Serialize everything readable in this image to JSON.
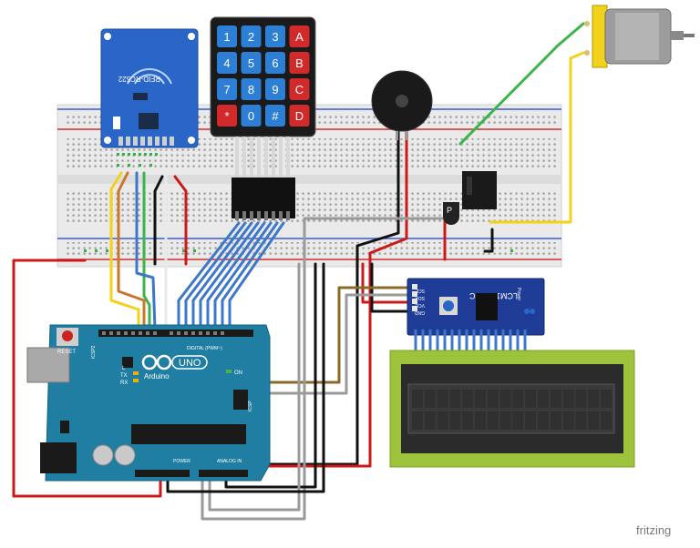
{
  "watermark": "fritzing",
  "rfid": {
    "label": "RFID-RC522"
  },
  "keypad": {
    "keys": [
      "1",
      "2",
      "3",
      "A",
      "4",
      "5",
      "6",
      "B",
      "7",
      "8",
      "9",
      "C",
      "*",
      "0",
      "#",
      "D"
    ]
  },
  "arduino": {
    "logo_text": "Arduino",
    "model": "UNO",
    "reset_label": "RESET",
    "digital_label": "DIGITAL (PWM~)",
    "power_label": "POWER",
    "analog_label": "ANALOG IN",
    "led_l": "L",
    "led_tx": "TX",
    "led_rx": "RX",
    "on_label": "ON",
    "icsp_label": "ICSP",
    "icsp2_label": "ICSP2"
  },
  "i2c": {
    "title": "LCM1602 IIC",
    "pins": [
      "SCL",
      "SDA",
      "VCC",
      "GND"
    ],
    "power_label": "Power"
  },
  "colors": {
    "red": "#cc1a1a",
    "black": "#111111",
    "yellow": "#f2d21b",
    "orange": "#c9782a",
    "green": "#3cb44a",
    "blue": "#3d78c8",
    "white": "#e9e9e9",
    "brown": "#8a6a2a",
    "gray": "#9a9a9a",
    "board": "#1f7ea1",
    "rfid": "#2a66c8",
    "lcd": "#9cc33b"
  }
}
